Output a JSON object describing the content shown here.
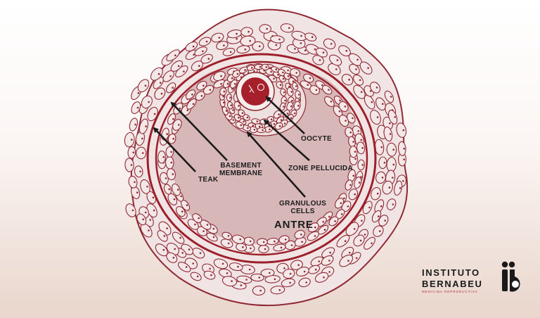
{
  "labels": {
    "oocyte": "OOCYTE",
    "zone_pellucida": "ZONE PELLUCIDA",
    "basement_membrane_1": "BASEMENT",
    "basement_membrane_2": "MEMBRANE",
    "teak": "TEAK",
    "granulous_1": "GRANULOUS",
    "granulous_2": "CELLS",
    "antre": "ANTRE"
  },
  "logo": {
    "line1": "INSTITUTO",
    "line2": "BERNABEU",
    "tagline": "MEDICINA REPRODUCTIVA",
    "monogram_text": "iB"
  },
  "colors": {
    "cell_fill": "#f3e7e7",
    "cell_stroke": "#8f2a34",
    "membrane": "#9d1f2b",
    "antrum": "#d8b7b8",
    "oocyte": "#a5202b",
    "arrow": "#1a1a1a",
    "logo": "#1a1a1a"
  }
}
